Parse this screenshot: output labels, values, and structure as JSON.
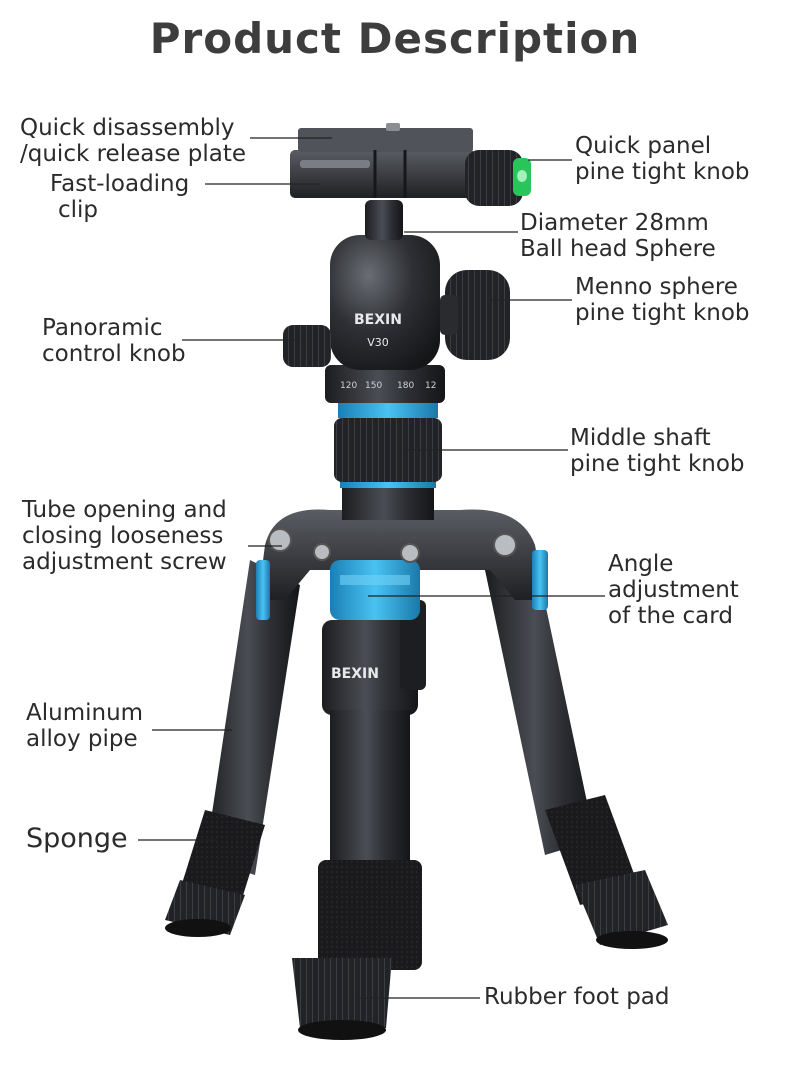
{
  "title": "Product Description",
  "brand": {
    "head": "BEXIN",
    "model": "V30",
    "leg": "BEXIN"
  },
  "scale": {
    "a": "120",
    "b": "150",
    "c": "180",
    "d": "12"
  },
  "labels": {
    "quick_release": {
      "line1": "Quick disassembly",
      "line2": "/quick release plate"
    },
    "fast_loading": {
      "line1": "Fast-loading",
      "line2": "clip"
    },
    "quick_panel": {
      "line1": "Quick panel",
      "line2": "pine tight knob"
    },
    "diameter": {
      "line1": "Diameter 28mm",
      "line2": "Ball head Sphere"
    },
    "menno": {
      "line1": "Menno sphere",
      "line2": "pine tight knob"
    },
    "panoramic": {
      "line1": "Panoramic",
      "line2": "control knob"
    },
    "middle_shaft": {
      "line1": "Middle shaft",
      "line2": "pine tight knob"
    },
    "tube_screw": {
      "line1": "Tube opening and",
      "line2": "closing looseness",
      "line3": "adjustment screw"
    },
    "angle": {
      "line1": "Angle",
      "line2": "adjustment",
      "line3": "of the card"
    },
    "aluminum": {
      "line1": "Aluminum",
      "line2": "alloy pipe"
    },
    "sponge": {
      "line1": "Sponge"
    },
    "rubber": {
      "line1": "Rubber foot pad"
    }
  },
  "colors": {
    "accent_blue": "#2aa8e0",
    "body": "#2a2c30",
    "text": "#2b2b2b"
  }
}
